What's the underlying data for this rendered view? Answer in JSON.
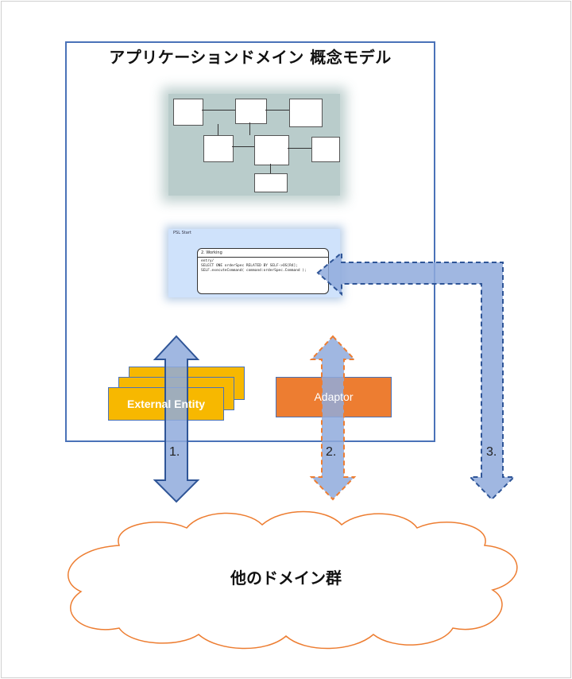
{
  "diagram": {
    "title": "アプリケーションドメイン 概念モデル",
    "class_diagram_icon": "class-diagram-image",
    "state_machine": {
      "panel_label": "PSL Start",
      "state_name": "2. Working",
      "code": "entry/\nSELECT ONE orderSpec RELATED BY SELF->OS[R4];\nSELF.executeCommand( command:orderSpec.Command );"
    },
    "external_entity_label": "External Entity",
    "adaptor_label": "Adaptor",
    "arrow_labels": [
      "1.",
      "2.",
      "3."
    ],
    "other_domains_label": "他のドメイン群"
  },
  "colors": {
    "border_blue": "#4a72b8",
    "arrow_fill": "#8faadc",
    "external_entity": "#f7b800",
    "adaptor": "#ed7d31",
    "cloud_stroke": "#ed7d31"
  }
}
